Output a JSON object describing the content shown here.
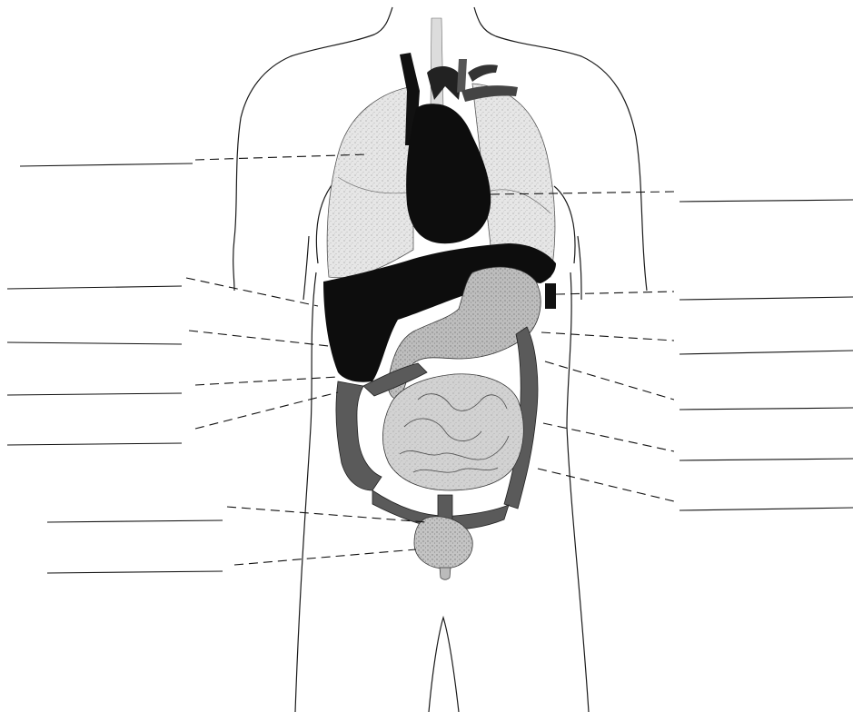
{
  "diagram": {
    "kind": "blank anatomy labeling worksheet",
    "colors": {
      "outline": "#1a1a1a",
      "lungs": "#e6e6e6",
      "heart_liver": "#0d0d0d",
      "stomach": "#bdbdbd",
      "small_intestine": "#d2d2d2",
      "large_intestine": "#5a5a5a",
      "bladder": "#c4c4c4",
      "answer_line": "#111111"
    },
    "answer_blanks": [
      {
        "id": "blank-1",
        "side": "left",
        "text": ""
      },
      {
        "id": "blank-2",
        "side": "right",
        "text": ""
      },
      {
        "id": "blank-3",
        "side": "left",
        "text": ""
      },
      {
        "id": "blank-4",
        "side": "right",
        "text": ""
      },
      {
        "id": "blank-5",
        "side": "left",
        "text": ""
      },
      {
        "id": "blank-6",
        "side": "right",
        "text": ""
      },
      {
        "id": "blank-7",
        "side": "left",
        "text": ""
      },
      {
        "id": "blank-8",
        "side": "right",
        "text": ""
      },
      {
        "id": "blank-9",
        "side": "left",
        "text": ""
      },
      {
        "id": "blank-10",
        "side": "right",
        "text": ""
      },
      {
        "id": "blank-11",
        "side": "right",
        "text": ""
      },
      {
        "id": "blank-12",
        "side": "left",
        "text": ""
      },
      {
        "id": "blank-13",
        "side": "left",
        "text": ""
      }
    ]
  }
}
